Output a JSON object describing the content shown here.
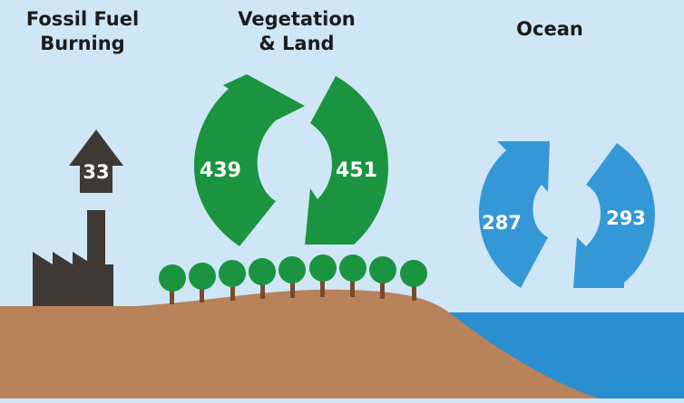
{
  "headings": {
    "fossil": [
      "Fossil Fuel",
      "Burning"
    ],
    "vegetation": [
      "Vegetation",
      "& Land"
    ],
    "ocean": [
      "Ocean"
    ]
  },
  "fluxes": {
    "fossil_up": "33",
    "vegetation_up": "439",
    "vegetation_down": "451",
    "ocean_up": "287",
    "ocean_down": "293"
  },
  "colors": {
    "sky": "#cfe6f7",
    "land": "#b8825a",
    "ocean": "#2a8fd0",
    "vegetation_arrow": "#1b9440",
    "ocean_arrow": "#3598d6",
    "factory": "#3e3934",
    "tree_canopy": "#1b9440",
    "tree_trunk": "#7a4a2e"
  },
  "icons": [
    "factory-icon",
    "tree-icon",
    "circular-arrow-icon",
    "up-arrow-icon"
  ]
}
